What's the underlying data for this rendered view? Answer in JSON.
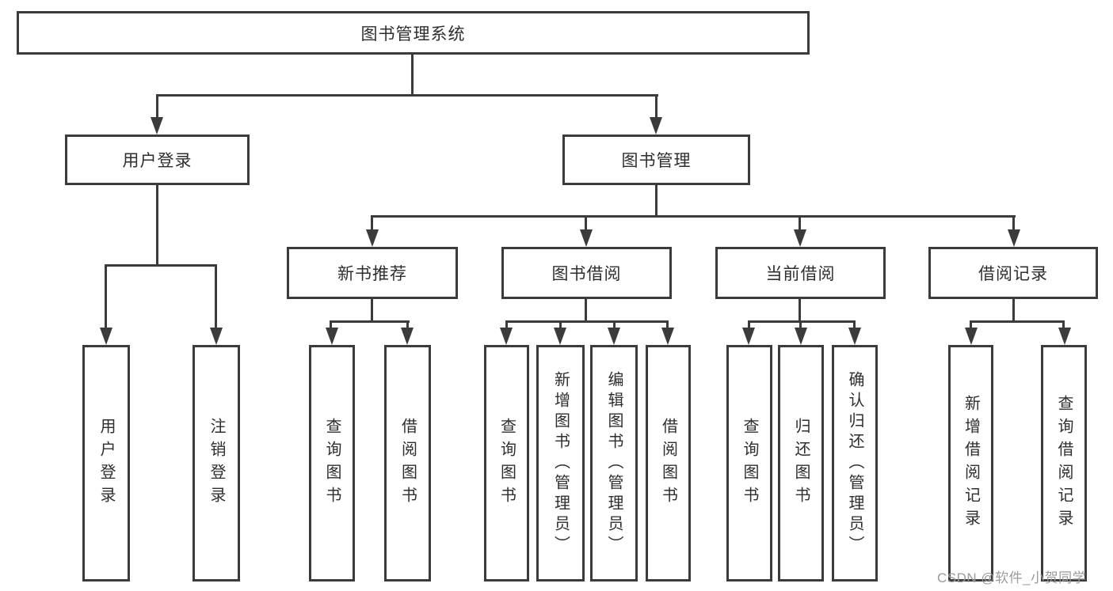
{
  "diagram": {
    "root": "图书管理系统",
    "level2": {
      "user_login": "用户登录",
      "book_management": "图书管理"
    },
    "level3": {
      "new_books": "新书推荐",
      "book_borrow": "图书借阅",
      "current_borrow": "当前借阅",
      "borrow_records": "借阅记录"
    },
    "leaves": {
      "user_login": "用户登录",
      "logout": "注销登录",
      "new_books_query": "查询图书",
      "new_books_borrow": "借阅图书",
      "borrow_query": "查询图书",
      "borrow_add": "新增图书（管理员）",
      "borrow_edit": "编辑图书（管理员）",
      "borrow_borrow": "借阅图书",
      "current_query": "查询图书",
      "current_return": "归还图书",
      "current_confirm": "确认归还（管理员）",
      "records_add": "新增借阅记录",
      "records_query": "查询借阅记录"
    },
    "colors": {
      "line": "#3b3b3b",
      "text": "#2e2e2e",
      "background": "#ffffff",
      "watermark": "#9a9a9a"
    }
  },
  "watermark": "CSDN @软件_小贺同学"
}
